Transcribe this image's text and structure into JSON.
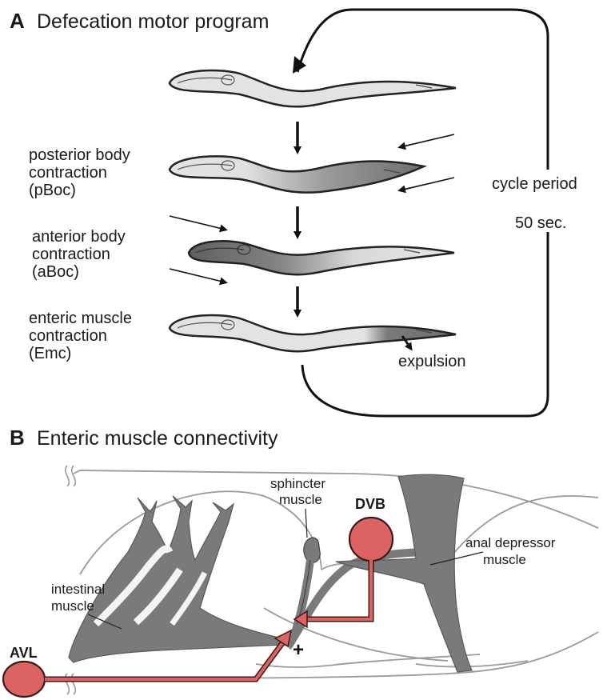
{
  "panel_a": {
    "letter": "A",
    "title": "Defecation motor program",
    "labels": {
      "pboc": [
        "posterior body",
        "contraction",
        "(pBoc)"
      ],
      "aboc": [
        "anterior body",
        "contraction",
        "(aBoc)"
      ],
      "emc": [
        "enteric muscle",
        "contraction",
        "(Emc)"
      ]
    },
    "cycle": [
      "cycle period",
      "50 sec."
    ],
    "expulsion": "expulsion"
  },
  "panel_b": {
    "letter": "B",
    "title": "Enteric muscle connectivity",
    "labels": {
      "sphincter": [
        "sphincter",
        "muscle"
      ],
      "intestinal": [
        "intestinal",
        "muscle"
      ],
      "anal_depressor": [
        "anal depressor",
        "muscle"
      ],
      "dvb": "DVB",
      "avl": "AVL",
      "plus": "+"
    }
  },
  "colors": {
    "neuron_fill": "#dd6363",
    "neuron_stroke": "#3a1a1a",
    "muscle_fill": "#7a7a7a",
    "worm_light": "#e3e3e3",
    "worm_dark": "#6e6e6e",
    "outline": "#222222",
    "body_line": "#9a9a9a"
  }
}
